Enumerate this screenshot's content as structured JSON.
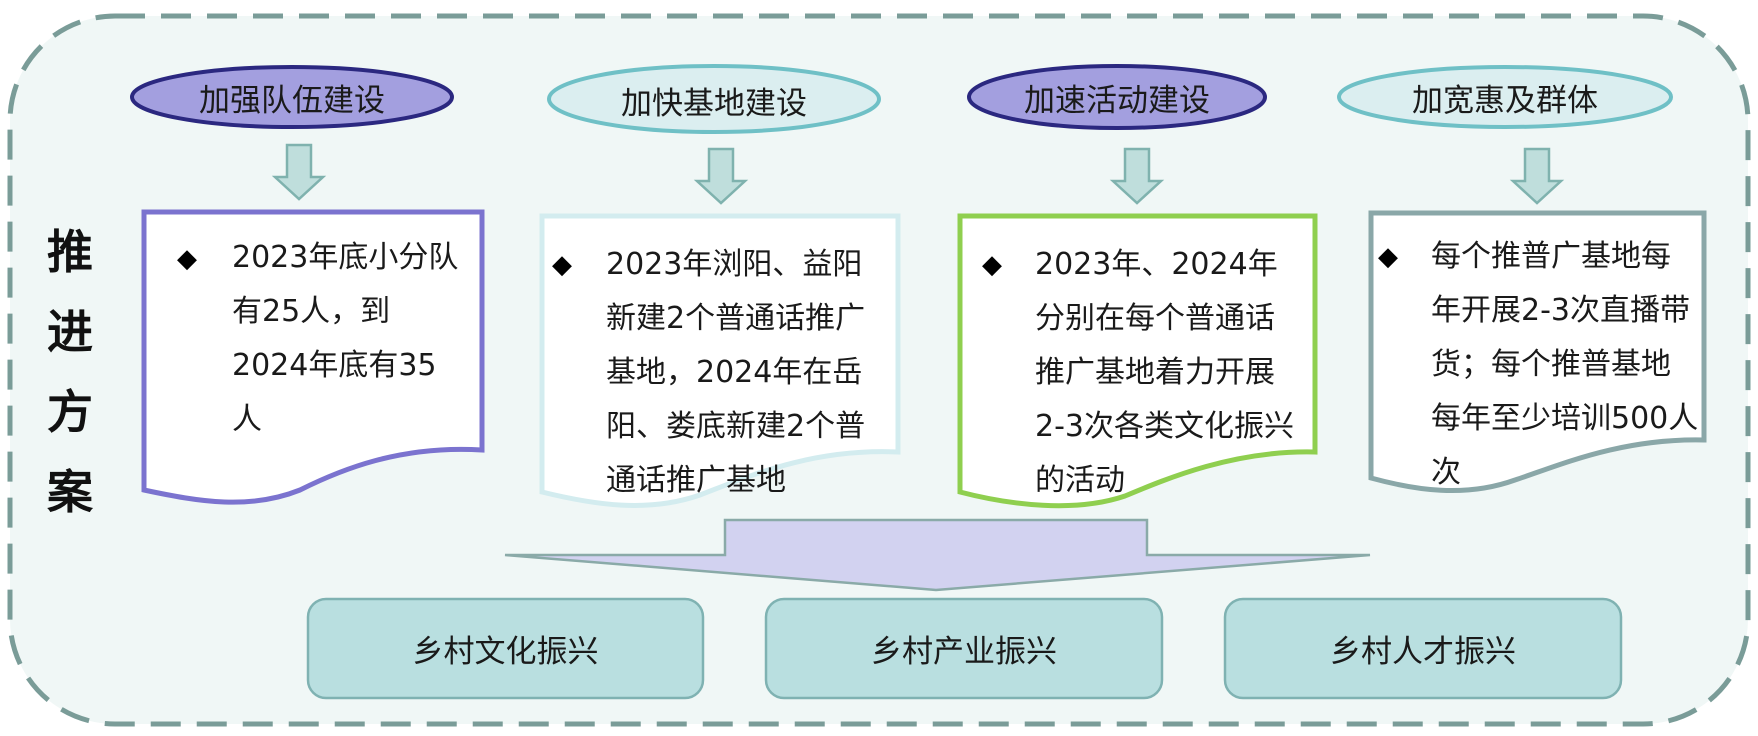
{
  "side_title": [
    "推",
    "进",
    "方",
    "案"
  ],
  "headers": [
    {
      "label": "加强队伍建设",
      "fill": "#a39fdf",
      "stroke": "#2b2880"
    },
    {
      "label": "加快基地建设",
      "fill": "#dbeef0",
      "stroke": "#6fc0c6"
    },
    {
      "label": "加速活动建设",
      "fill": "#a39fdf",
      "stroke": "#2b2880"
    },
    {
      "label": "加宽惠及群体",
      "fill": "#dbeef0",
      "stroke": "#6fc0c6"
    }
  ],
  "cards": [
    {
      "bullet": "◆",
      "text": "2023年底小分队有25人，到2024年底有35人",
      "border": "#7b73cf"
    },
    {
      "bullet": "◆",
      "text": "2023年浏阳、益阳新建2个普通话推广基地，2024年在岳阳、娄底新建2个普通话推广基地",
      "border": "#d3ecef"
    },
    {
      "bullet": "◆",
      "text": "2023年、2024年分别在每个普通话推广基地着力开展2-3次各类文化振兴的活动",
      "border": "#8fcf4f"
    },
    {
      "bullet": "◆",
      "text": "每个推普广基地每年开展2-3次直播带货；每个推普基地每年至少培训500人次",
      "border": "#8aa7a8"
    }
  ],
  "results": [
    {
      "label": "乡村文化振兴"
    },
    {
      "label": "乡村产业振兴"
    },
    {
      "label": "乡村人才振兴"
    }
  ],
  "colors": {
    "panel_bg": "#f0f7f6",
    "panel_border": "#7a9c98",
    "arrow_fill": "#bfdedc",
    "arrow_stroke": "#7fb2ae",
    "big_arrow_fill": "#d2d2f0",
    "big_arrow_stroke": "#8aaaa8",
    "result_fill": "#b9dfe0",
    "result_stroke": "#7fb2b2"
  }
}
